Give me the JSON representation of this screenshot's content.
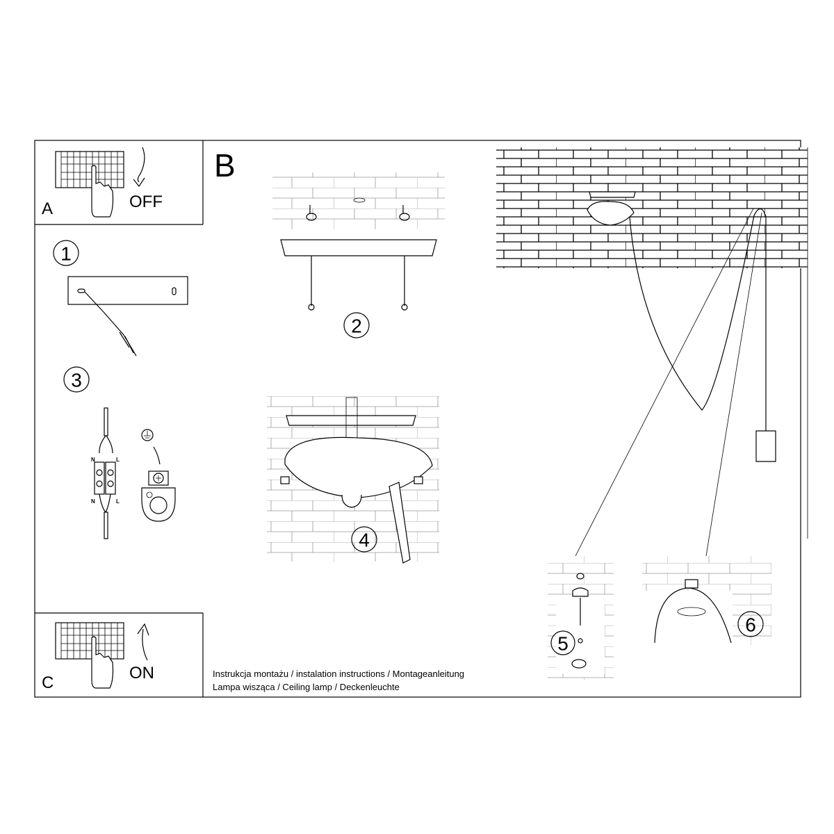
{
  "steps": {
    "a": {
      "letter": "A",
      "label": "OFF"
    },
    "b": {
      "letter": "B"
    },
    "c": {
      "letter": "C",
      "label": "ON"
    },
    "numbers": [
      "1",
      "2",
      "3",
      "4",
      "5",
      "6"
    ],
    "terminal_labels": {
      "n_top": "N",
      "l_top": "L",
      "n_bottom": "N",
      "l_bottom": "L"
    }
  },
  "footer": {
    "line1": "Instrukcja montażu / instalation instructions / Montageanleitung",
    "line2": "Lampa wisząca / Ceiling lamp / Deckenleuchte"
  }
}
